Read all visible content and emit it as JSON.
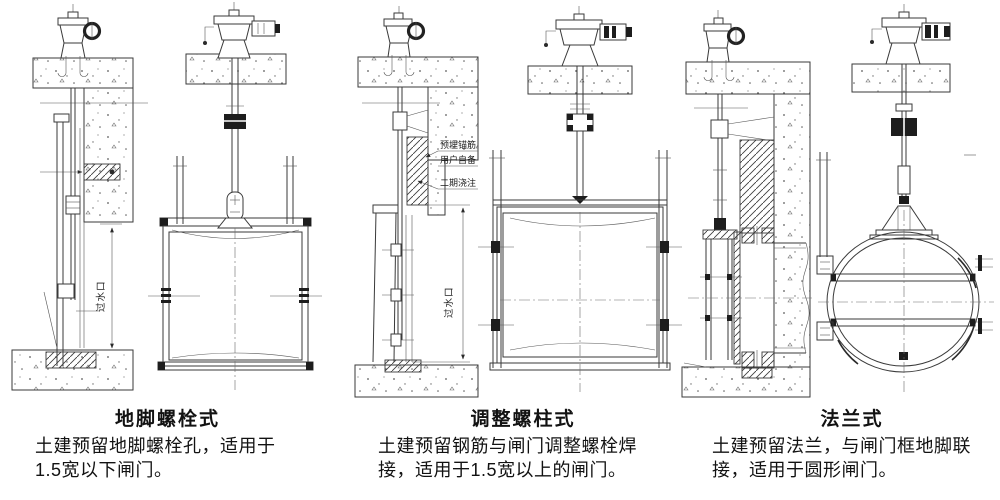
{
  "sheet": {
    "background": "#ffffff",
    "ink": "#333333",
    "kind": "sluice-gate installation methods drawing"
  },
  "figures": [
    {
      "id": "anchor-bolt",
      "title": "地脚螺栓式",
      "desc_line1": "土建预留地脚螺栓孔，适用于",
      "desc_line2": "1.5宽以下闸门。",
      "water_opening_label": "过水口"
    },
    {
      "id": "adjust-stud",
      "title": "调整螺柱式",
      "desc_line1": "土建预留钢筋与闸门调整螺栓焊",
      "desc_line2": "接，适用于1.5宽以上的闸门。",
      "water_opening_label": "过水口",
      "annotations": [
        "预埋锚筋",
        "用户自备",
        "二期浇注"
      ]
    },
    {
      "id": "flange",
      "title": "法兰式",
      "desc_line1": "土建预留法兰，与闸门框地脚联",
      "desc_line2": "接，适用于圆形闸门。"
    }
  ]
}
